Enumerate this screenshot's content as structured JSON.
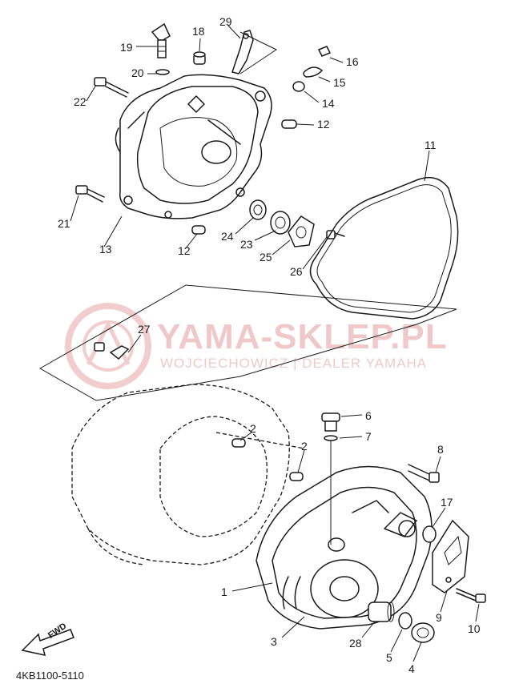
{
  "watermark": {
    "title": "YAMA-SKLEP.PL",
    "subtitle": "WOJCIECHOWICZ | DEALER YAMAHA",
    "color": "#e6a6a6"
  },
  "diagram_code": "4KB1100-5110",
  "fwd_label": "FWD",
  "callouts": {
    "c1": "1",
    "c2a": "2",
    "c2b": "2",
    "c3": "3",
    "c4": "4",
    "c5": "5",
    "c6": "6",
    "c7": "7",
    "c8": "8",
    "c9": "9",
    "c10": "10",
    "c11": "11",
    "c12a": "12",
    "c12b": "12",
    "c13": "13",
    "c14": "14",
    "c15": "15",
    "c16": "16",
    "c17": "17",
    "c18": "18",
    "c19": "19",
    "c20": "20",
    "c21": "21",
    "c22": "22",
    "c23": "23",
    "c24": "24",
    "c25": "25",
    "c26": "26",
    "c27": "27",
    "c28": "28",
    "c29": "29"
  }
}
